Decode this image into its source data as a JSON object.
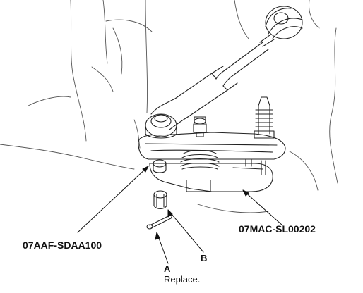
{
  "labels": {
    "tool_left": "07AAF-SDAA100",
    "tool_right": "07MAC-SL00202",
    "part_a": "A",
    "part_a_note": "Replace.",
    "part_b": "B"
  }
}
